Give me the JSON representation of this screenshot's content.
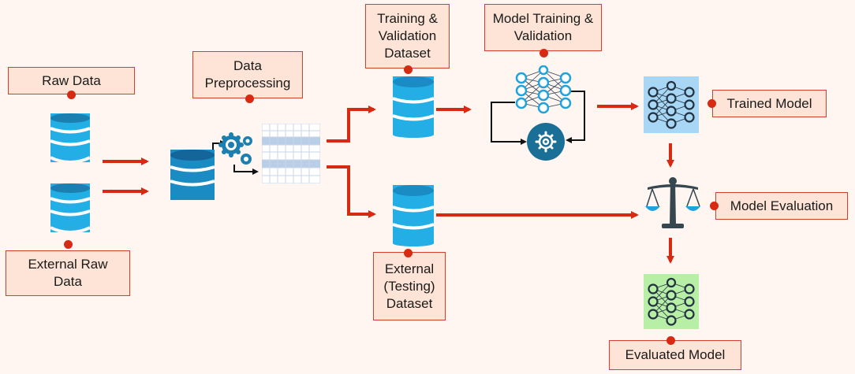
{
  "labels": {
    "raw_data": "Raw Data",
    "external_raw_data": "External Raw Data",
    "data_preprocessing": "Data Preprocessing",
    "training_validation_dataset": "Training & Validation Dataset",
    "model_training_validation": "Model Training & Validation",
    "trained_model": "Trained Model",
    "model_evaluation": "Model Evaluation",
    "external_testing_dataset": "External (Testing) Dataset",
    "evaluated_model": "Evaluated Model"
  },
  "colors": {
    "arrow": "#d62a13",
    "label_fill": "#fde4d7",
    "label_border": "#d2402a",
    "db_dark": "#1b7fb0",
    "db_light": "#23aee6",
    "trained_model_tile": "#a8d7f5",
    "evaluated_model_tile": "#b8efa6",
    "scale": "#37474f"
  },
  "icons": [
    "database-icon",
    "gears-icon",
    "data-grid-icon",
    "neural-network-icon",
    "settings-gear-icon",
    "balance-scale-icon"
  ]
}
